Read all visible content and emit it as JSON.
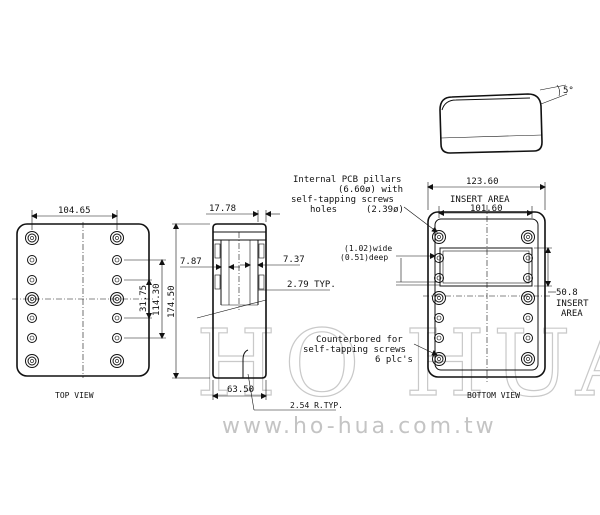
{
  "watermark": {
    "brand": "HO HUA",
    "url": "www.ho-hua.com.tw"
  },
  "top_view": {
    "caption": "TOP VIEW",
    "width_dim": "104.65",
    "dim_a": "31.75",
    "dim_b": "114.30",
    "height_dim": "174.50"
  },
  "side_view": {
    "top_dim": "17.78",
    "left_dim": "7.87",
    "right_dim": "7.37",
    "typ_dim": "2.79 TYP.",
    "bottom_dim": "63.50",
    "radius_dim": "2.54 R.TYP."
  },
  "bottom_view": {
    "caption": "BOTTOM  VIEW",
    "overall_width": "123.60",
    "insert_area_label": "INSERT AREA",
    "insert_width": "101.60",
    "side_dim": "50.8",
    "side_label_1": "INSERT",
    "side_label_2": "AREA",
    "groove_wide": "(1.02)wide",
    "groove_deep": "(0.51)deep"
  },
  "notes": {
    "pillars_1": "Internal PCB pillars",
    "pillars_2": "(6.60ø) with",
    "pillars_3": "self-tapping screws",
    "pillars_4": "holes",
    "pillars_5": "(2.39ø)",
    "counterbore_1": "Counterbored for",
    "counterbore_2": "self-tapping screws",
    "counterbore_3": "6 plc's"
  },
  "iso_view": {
    "angle": "5°"
  }
}
